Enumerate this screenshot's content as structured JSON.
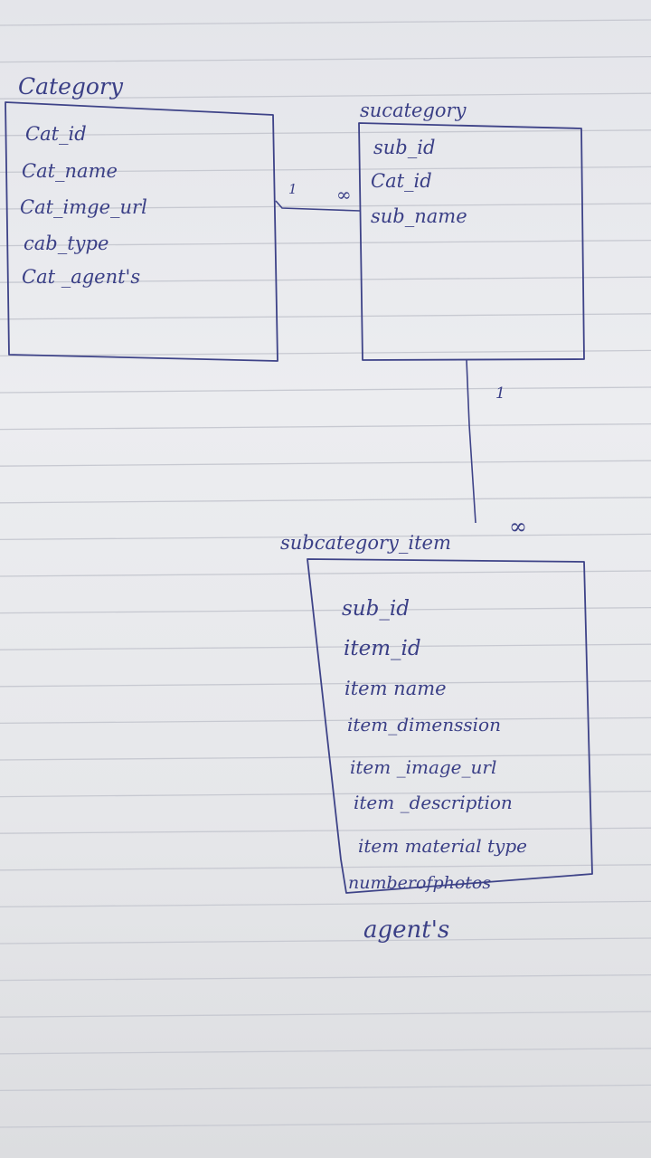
{
  "entities": {
    "category": {
      "title": "Category",
      "fields": [
        "Cat_id",
        "Cat_name",
        "Cat_imge_url",
        "cab_type",
        "Cat _agent's"
      ]
    },
    "subcategory": {
      "title": "sucategory",
      "fields": [
        "sub_id",
        "Cat_id",
        "sub_name"
      ]
    },
    "subcategory_item": {
      "title": "subcategory_item",
      "fields": [
        "sub_id",
        "item_id",
        "item name",
        "item_dimenssion",
        "item _image_url",
        "item _description",
        "item material type",
        "numberofphotos"
      ],
      "trailing_field": "agent's"
    }
  },
  "relationships": [
    {
      "from": "Category",
      "to": "sucategory",
      "from_card": "1",
      "to_card": "∞"
    },
    {
      "from": "sucategory",
      "to": "subcategory_item",
      "from_card": "1",
      "to_card": "∞"
    }
  ],
  "colors": {
    "ink": "#3a3f86",
    "paper": "#e9eaee",
    "rule_line": "#c9cbd2"
  }
}
